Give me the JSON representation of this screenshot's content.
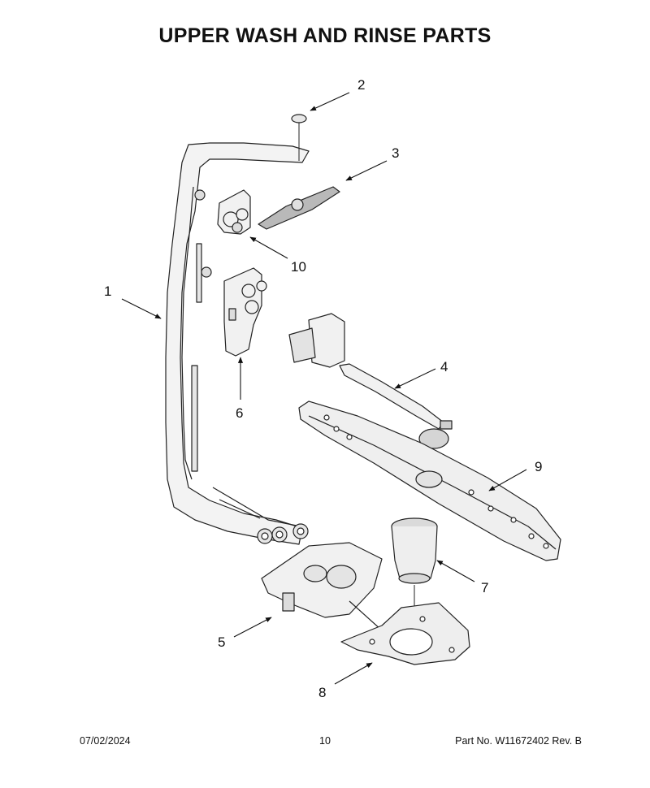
{
  "title": "UPPER WASH AND RINSE PARTS",
  "callouts": [
    "1",
    "2",
    "3",
    "4",
    "5",
    "6",
    "7",
    "8",
    "9",
    "10"
  ],
  "footer": {
    "date": "07/02/2024",
    "page": "10",
    "part_no": "Part No.  W11672402  Rev.  B"
  }
}
